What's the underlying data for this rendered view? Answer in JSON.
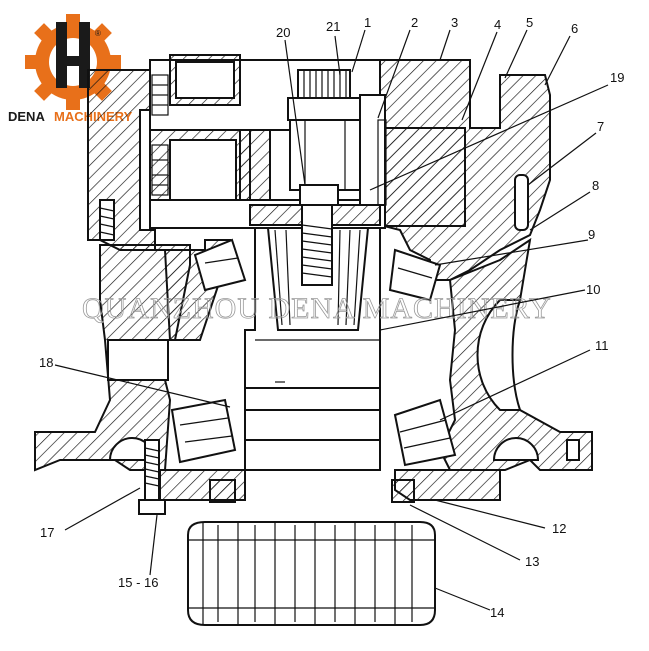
{
  "logo": {
    "name_part1": "DENA",
    "name_part2": "MACHINERY",
    "icon": "gear-logo-icon",
    "colors": {
      "gear": "#e8701a",
      "letter": "#1a1a1a"
    }
  },
  "watermark": "QUANZHOU  DENA  MACHINERY",
  "callouts": [
    "20",
    "21",
    "1",
    "2",
    "3",
    "4",
    "5",
    "6",
    "19",
    "7",
    "8",
    "9",
    "10",
    "11",
    "18",
    "17",
    "15 - 16",
    "12",
    "13",
    "14"
  ],
  "colors": {
    "line": "#111111",
    "background": "#ffffff",
    "watermark": "#9a9a9a"
  }
}
